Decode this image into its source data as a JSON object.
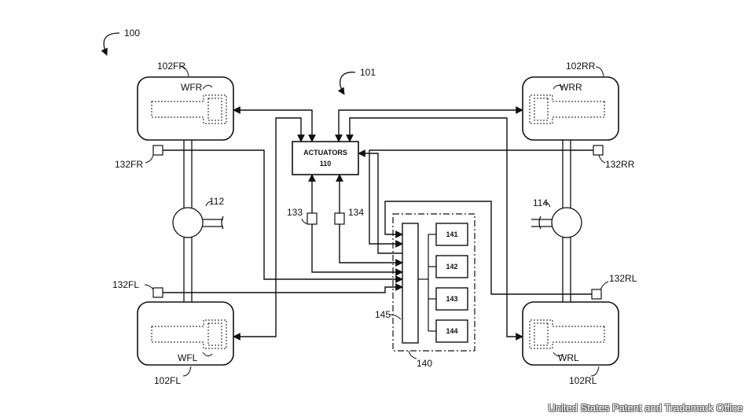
{
  "labels": {
    "system": "100",
    "controller": "101",
    "wheel_fr": "102FR",
    "wheel_rr": "102RR",
    "wheel_fl": "102FL",
    "wheel_rl": "102RL",
    "wfr": "WFR",
    "wrr": "WRR",
    "wfl": "WFL",
    "wrl": "WRL",
    "sensor_fr": "132FR",
    "sensor_rr": "132RR",
    "sensor_fl": "132FL",
    "sensor_rl": "132RL",
    "diff_front": "112",
    "diff_rear": "114",
    "sensor_133": "133",
    "sensor_134": "134",
    "actuators_title": "ACTUATORS",
    "actuators_num": "110",
    "ecu": "140",
    "bus": "145",
    "m141": "141",
    "m142": "142",
    "m143": "143",
    "m144": "144"
  },
  "watermark": "United States Patent and Trademark Office"
}
